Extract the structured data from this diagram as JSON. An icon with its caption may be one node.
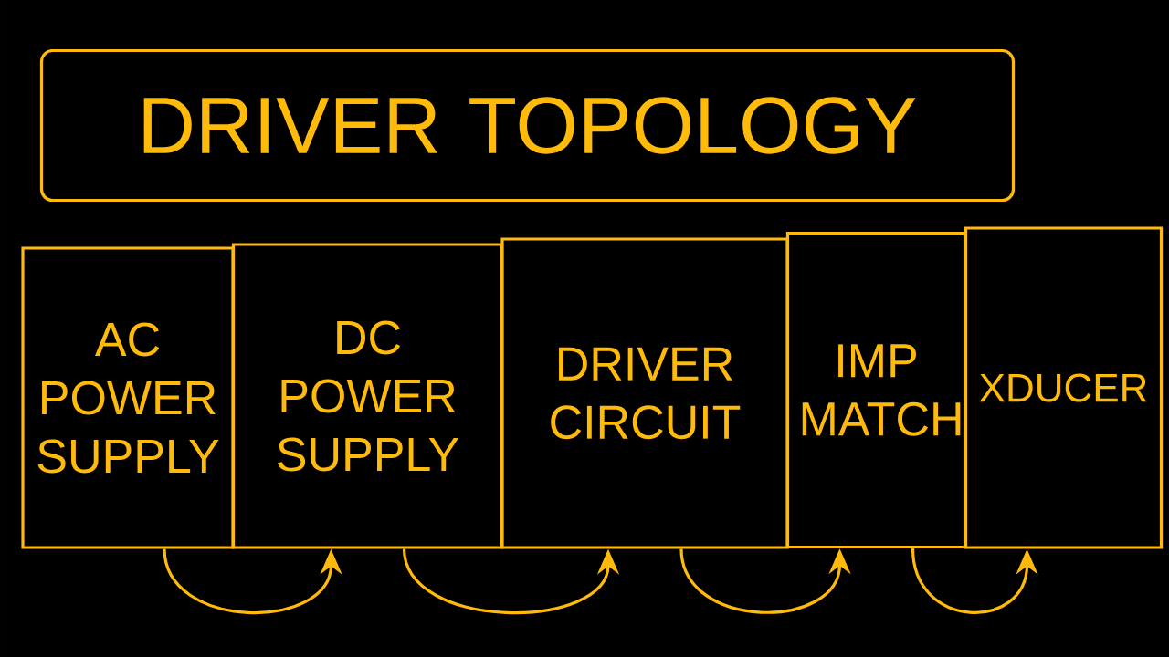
{
  "diagram": {
    "nodes": [
      {
        "text": [
          "DRIVER TOPOLOGY"
        ]
      },
      {
        "text": [
          "AC POWER SUPPLY"
        ]
      },
      {
        "text": [
          "DC POWER SUPPLY"
        ]
      },
      {
        "text": [
          "DRIVER CIRCUIT"
        ]
      },
      {
        "text": [
          "IMP MATCH"
        ]
      },
      {
        "text": [
          "XDUCER"
        ]
      }
    ],
    "edges": [
      {
        "from": 1,
        "to": 2,
        "arrow": "to"
      },
      {
        "from": 2,
        "to": 3,
        "arrow": "to"
      },
      {
        "from": 3,
        "to": 4,
        "arrow": "to"
      },
      {
        "from": 4,
        "to": 5,
        "arrow": "to"
      }
    ]
  }
}
